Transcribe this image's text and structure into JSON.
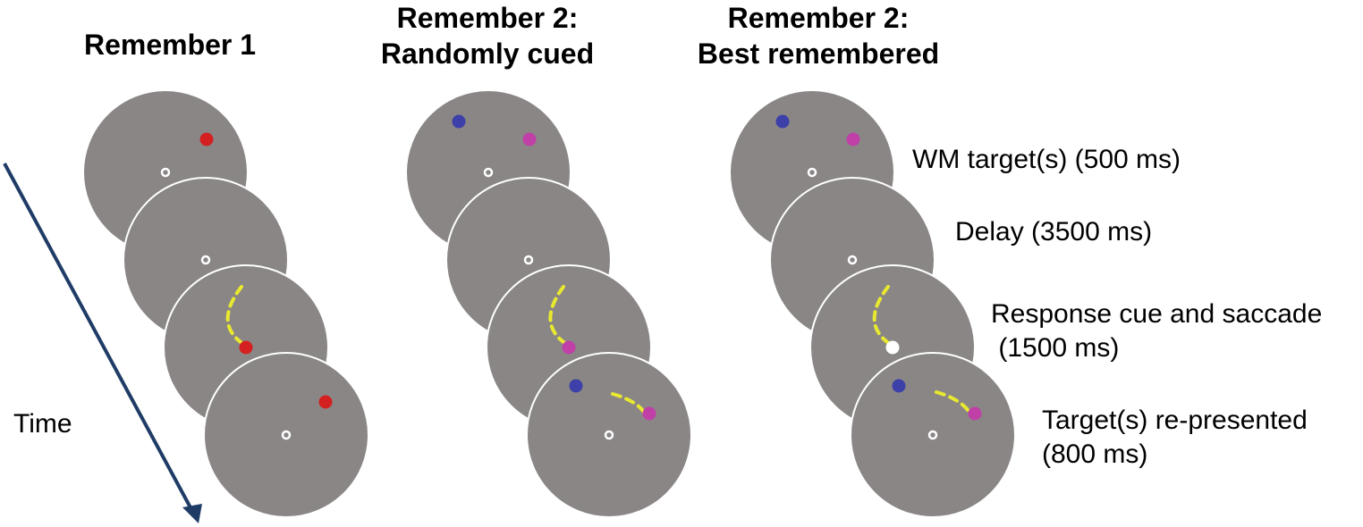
{
  "columns": [
    {
      "title_line1": "Remember 1",
      "title_line2": ""
    },
    {
      "title_line1": "Remember 2:",
      "title_line2": "Randomly cued"
    },
    {
      "title_line1": "Remember 2:",
      "title_line2": "Best remembered"
    }
  ],
  "steps": [
    {
      "line1": "WM target(s) (500 ms)",
      "line2": ""
    },
    {
      "line1": "Delay (3500 ms)",
      "line2": ""
    },
    {
      "line1": "Response cue and saccade",
      "line2": " (1500 ms)"
    },
    {
      "line1": "Target(s) re-presented",
      "line2": "(800 ms)"
    }
  ],
  "time_label": "Time",
  "colors": {
    "screen": "#8a8686",
    "screen_border": "#ffffff",
    "fixation": "#ffffff",
    "red_target": "#d42020",
    "blue_target": "#3c40a8",
    "magenta_target": "#c040a8",
    "saccade_path": "#e8e830",
    "white_target": "#ffffff",
    "arrow": "#1f3c66"
  }
}
